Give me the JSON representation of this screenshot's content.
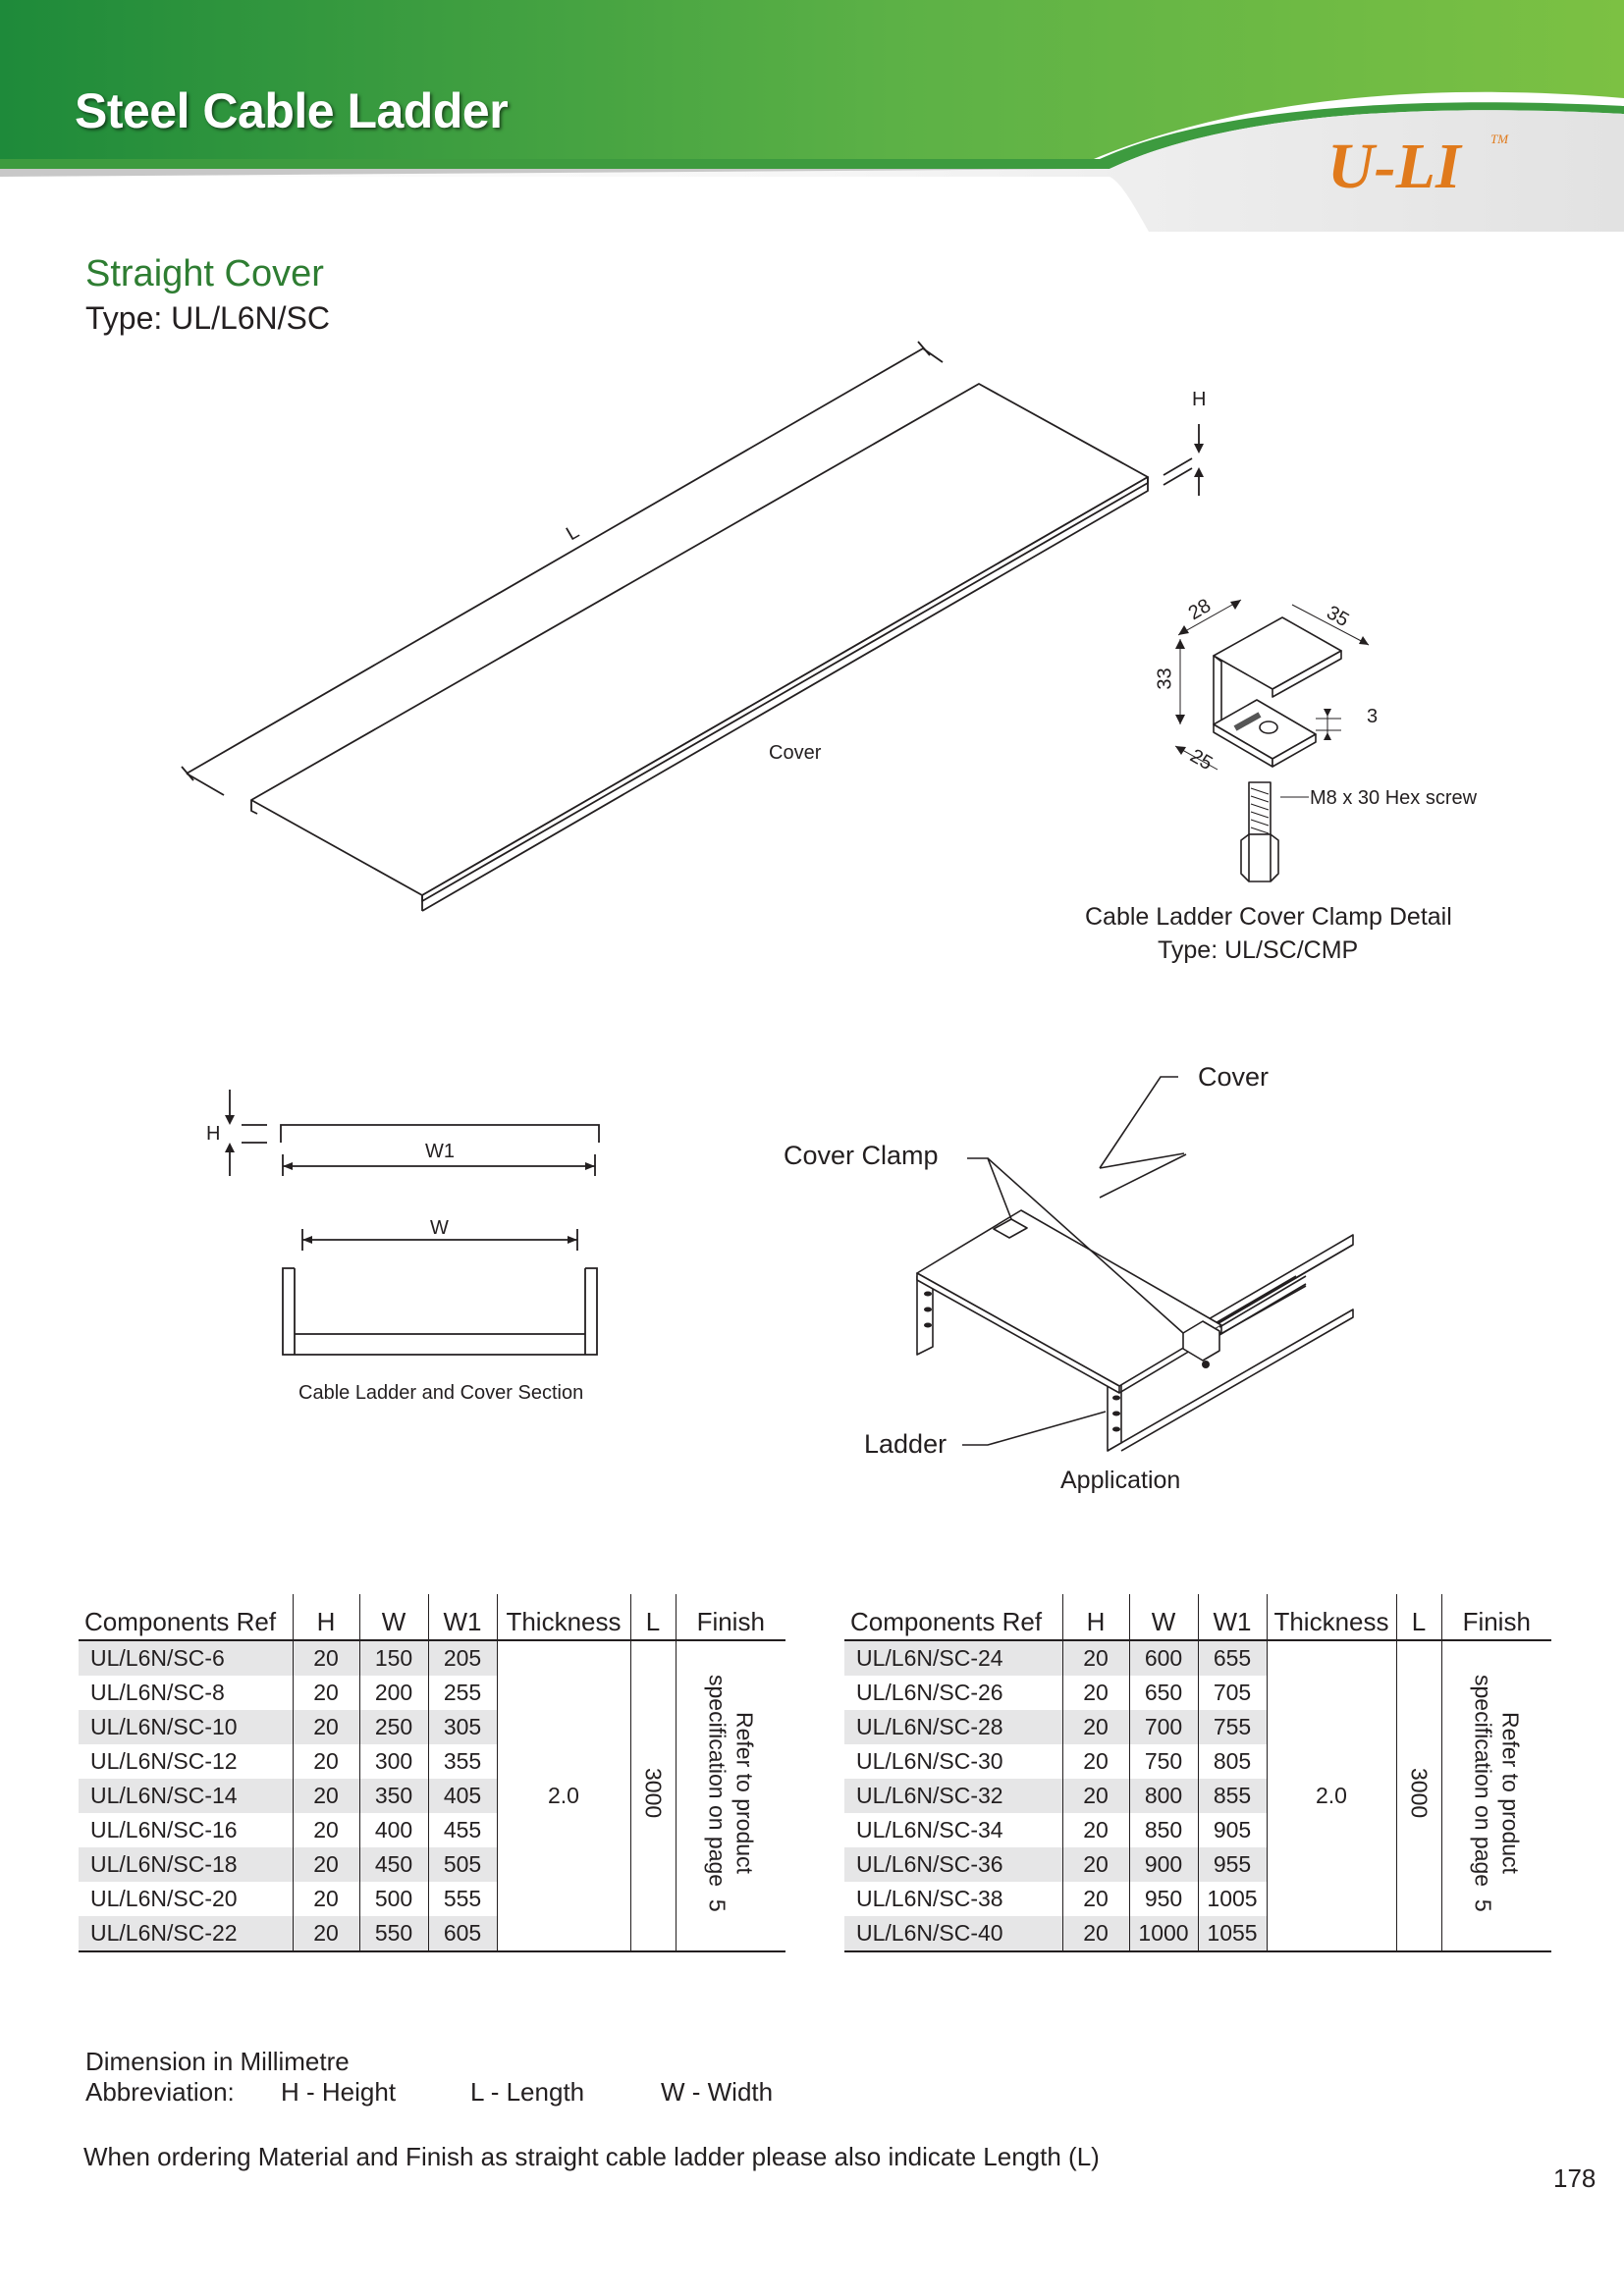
{
  "header": {
    "title": "Steel Cable Ladder",
    "brand": "U-LI",
    "trademark": "TM",
    "colors": {
      "green_light": "#7dc243",
      "green_dark": "#1f8a3b",
      "brand_orange": "#e07a1c"
    }
  },
  "section": {
    "title": "Straight Cover",
    "type": "Type: UL/L6N/SC"
  },
  "cover_drawing": {
    "length_label": "L",
    "height_label": "H",
    "cover_label": "Cover"
  },
  "clamp_detail": {
    "dim_28": "28",
    "dim_35": "35",
    "dim_33": "33",
    "dim_3": "3",
    "dim_25": "25",
    "screw_label": "M8 x 30 Hex screw",
    "caption": "Cable Ladder Cover Clamp Detail",
    "type": "Type: UL/SC/CMP"
  },
  "section_drawing": {
    "h_label": "H",
    "w1_label": "W1",
    "w_label": "W",
    "caption": "Cable Ladder and Cover Section"
  },
  "application": {
    "cover_label": "Cover",
    "clamp_label": "Cover Clamp",
    "ladder_label": "Ladder",
    "caption": "Application"
  },
  "table_headers": [
    "Components Ref",
    "H",
    "W",
    "W1",
    "Thickness",
    "L",
    "Finish"
  ],
  "table_left": {
    "rows": [
      [
        "UL/L6N/SC-6",
        "20",
        "150",
        "205"
      ],
      [
        "UL/L6N/SC-8",
        "20",
        "200",
        "255"
      ],
      [
        "UL/L6N/SC-10",
        "20",
        "250",
        "305"
      ],
      [
        "UL/L6N/SC-12",
        "20",
        "300",
        "355"
      ],
      [
        "UL/L6N/SC-14",
        "20",
        "350",
        "405"
      ],
      [
        "UL/L6N/SC-16",
        "20",
        "400",
        "455"
      ],
      [
        "UL/L6N/SC-18",
        "20",
        "450",
        "505"
      ],
      [
        "UL/L6N/SC-20",
        "20",
        "500",
        "555"
      ],
      [
        "UL/L6N/SC-22",
        "20",
        "550",
        "605"
      ]
    ],
    "thickness": "2.0",
    "length": "3000",
    "finish_line1": "Refer to product",
    "finish_line2": "specification on page  5"
  },
  "table_right": {
    "rows": [
      [
        "UL/L6N/SC-24",
        "20",
        "600",
        "655"
      ],
      [
        "UL/L6N/SC-26",
        "20",
        "650",
        "705"
      ],
      [
        "UL/L6N/SC-28",
        "20",
        "700",
        "755"
      ],
      [
        "UL/L6N/SC-30",
        "20",
        "750",
        "805"
      ],
      [
        "UL/L6N/SC-32",
        "20",
        "800",
        "855"
      ],
      [
        "UL/L6N/SC-34",
        "20",
        "850",
        "905"
      ],
      [
        "UL/L6N/SC-36",
        "20",
        "900",
        "955"
      ],
      [
        "UL/L6N/SC-38",
        "20",
        "950",
        "1005"
      ],
      [
        "UL/L6N/SC-40",
        "20",
        "1000",
        "1055"
      ]
    ],
    "thickness": "2.0",
    "length": "3000",
    "finish_line1": "Refer to product",
    "finish_line2": "specification on page  5"
  },
  "notes": {
    "dimension": "Dimension in Millimetre",
    "abbr_label": "Abbreviation:",
    "abbr_h": "H - Height",
    "abbr_l": "L - Length",
    "abbr_w": "W - Width",
    "ordering": "When ordering Material and Finish as straight cable ladder please also indicate Length (L)"
  },
  "page_number": "178"
}
